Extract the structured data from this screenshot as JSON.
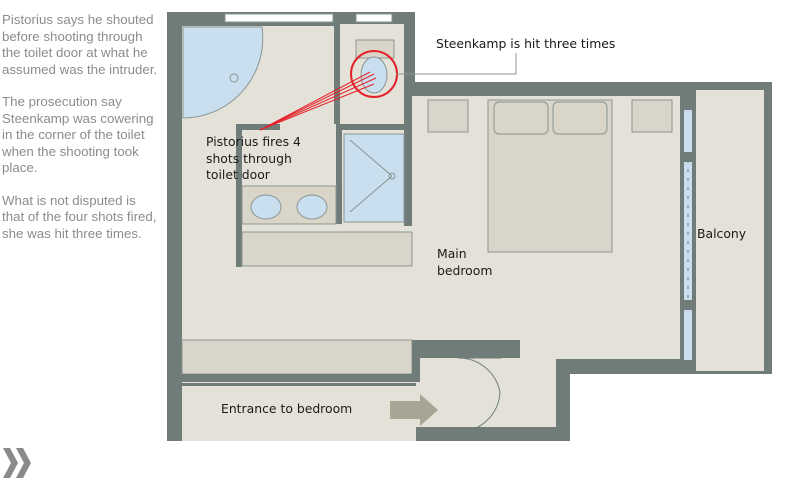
{
  "sidebar": {
    "paragraphs": [
      "Pistorius says he shouted before shooting through the toilet door at what he assumed was the intruder.",
      "The prosecution say Steenkamp was cowering in the corner of the toilet when the shooting took place.",
      "What is not disputed is that of the four shots fired, she was hit three times."
    ]
  },
  "labels": {
    "hit": "Steenkamp is hit three times",
    "fires": [
      "Pistorius fires 4",
      "shots through",
      "toilet door"
    ],
    "main_bedroom": [
      "Main",
      "bedroom"
    ],
    "balcony": "Balcony",
    "entrance": "Entrance to bedroom"
  },
  "colors": {
    "wall": "#6f7c78",
    "floor": "#e4e2d8",
    "fixture": "#d9d5c8",
    "water": "#c9dff0",
    "annotation": "#e5212b",
    "text": "#1a1a1a",
    "sidebar_text": "#8c8c8c"
  },
  "icons": {
    "next": "double-chevron-right-icon"
  }
}
